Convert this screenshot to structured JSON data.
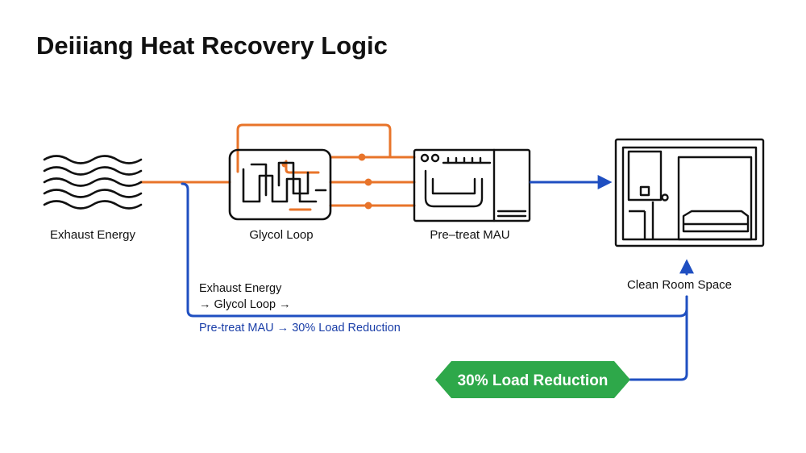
{
  "title": "Deiiiang Heat Recovery Logic",
  "nodes": {
    "exhaust": {
      "label": "Exhaust Energy",
      "icon": "exhaust-waves-icon"
    },
    "glycol": {
      "label": "Glycol Loop",
      "icon": "glycol-coil-icon"
    },
    "mau": {
      "label": "Pre–treat MAU",
      "icon": "air-handling-unit-icon"
    },
    "cleanroom": {
      "label": "Clean Room Space",
      "icon": "clean-room-icon"
    }
  },
  "flow_text": {
    "line1": "Exhaust Energy",
    "line2": "→ Glycol Loop →",
    "line3": "Pre-treat MAU → 30% Load Reduction"
  },
  "badge": {
    "label": "30% Load Reduction"
  },
  "colors": {
    "orange": "#e8742a",
    "blue": "#1f4fc1",
    "green": "#2ea84a",
    "ink": "#111111"
  }
}
